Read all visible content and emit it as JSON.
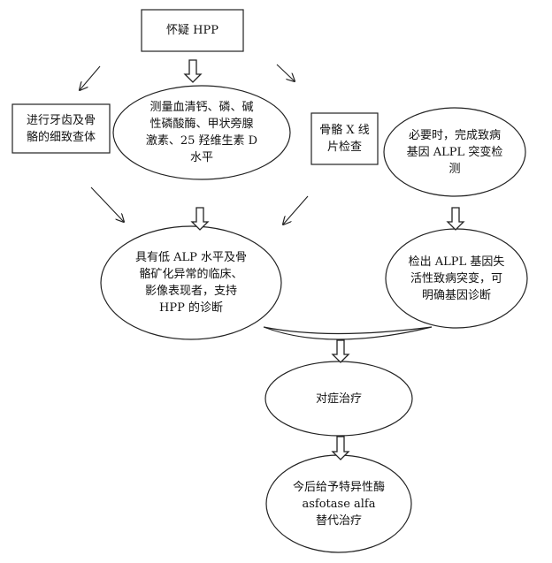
{
  "nodes": {
    "suspect": "怀疑 HPP",
    "dental_exam": "进行牙齿及骨\n骼的细致查体",
    "lab_tests": "测量血清钙、磷、碱\n性磷酸酶、甲状旁腺\n激素、25 羟维生素 D\n水平",
    "xray": "骨骼 X 线\n片检查",
    "gene_test": "必要时，完成致病\n基因 ALPL 突变检\n测",
    "clinical_dx": "具有低 ALP 水平及骨\n骼矿化异常的临床、\n影像表现者，支持\nHPP 的诊断",
    "gene_dx": "检出 ALPL 基因失\n活性致病突变，可\n明确基因诊断",
    "symptomatic": "对症治疗",
    "enzyme_therapy": "今后给予特异性酶\nasfotase alfa\n替代治疗"
  }
}
